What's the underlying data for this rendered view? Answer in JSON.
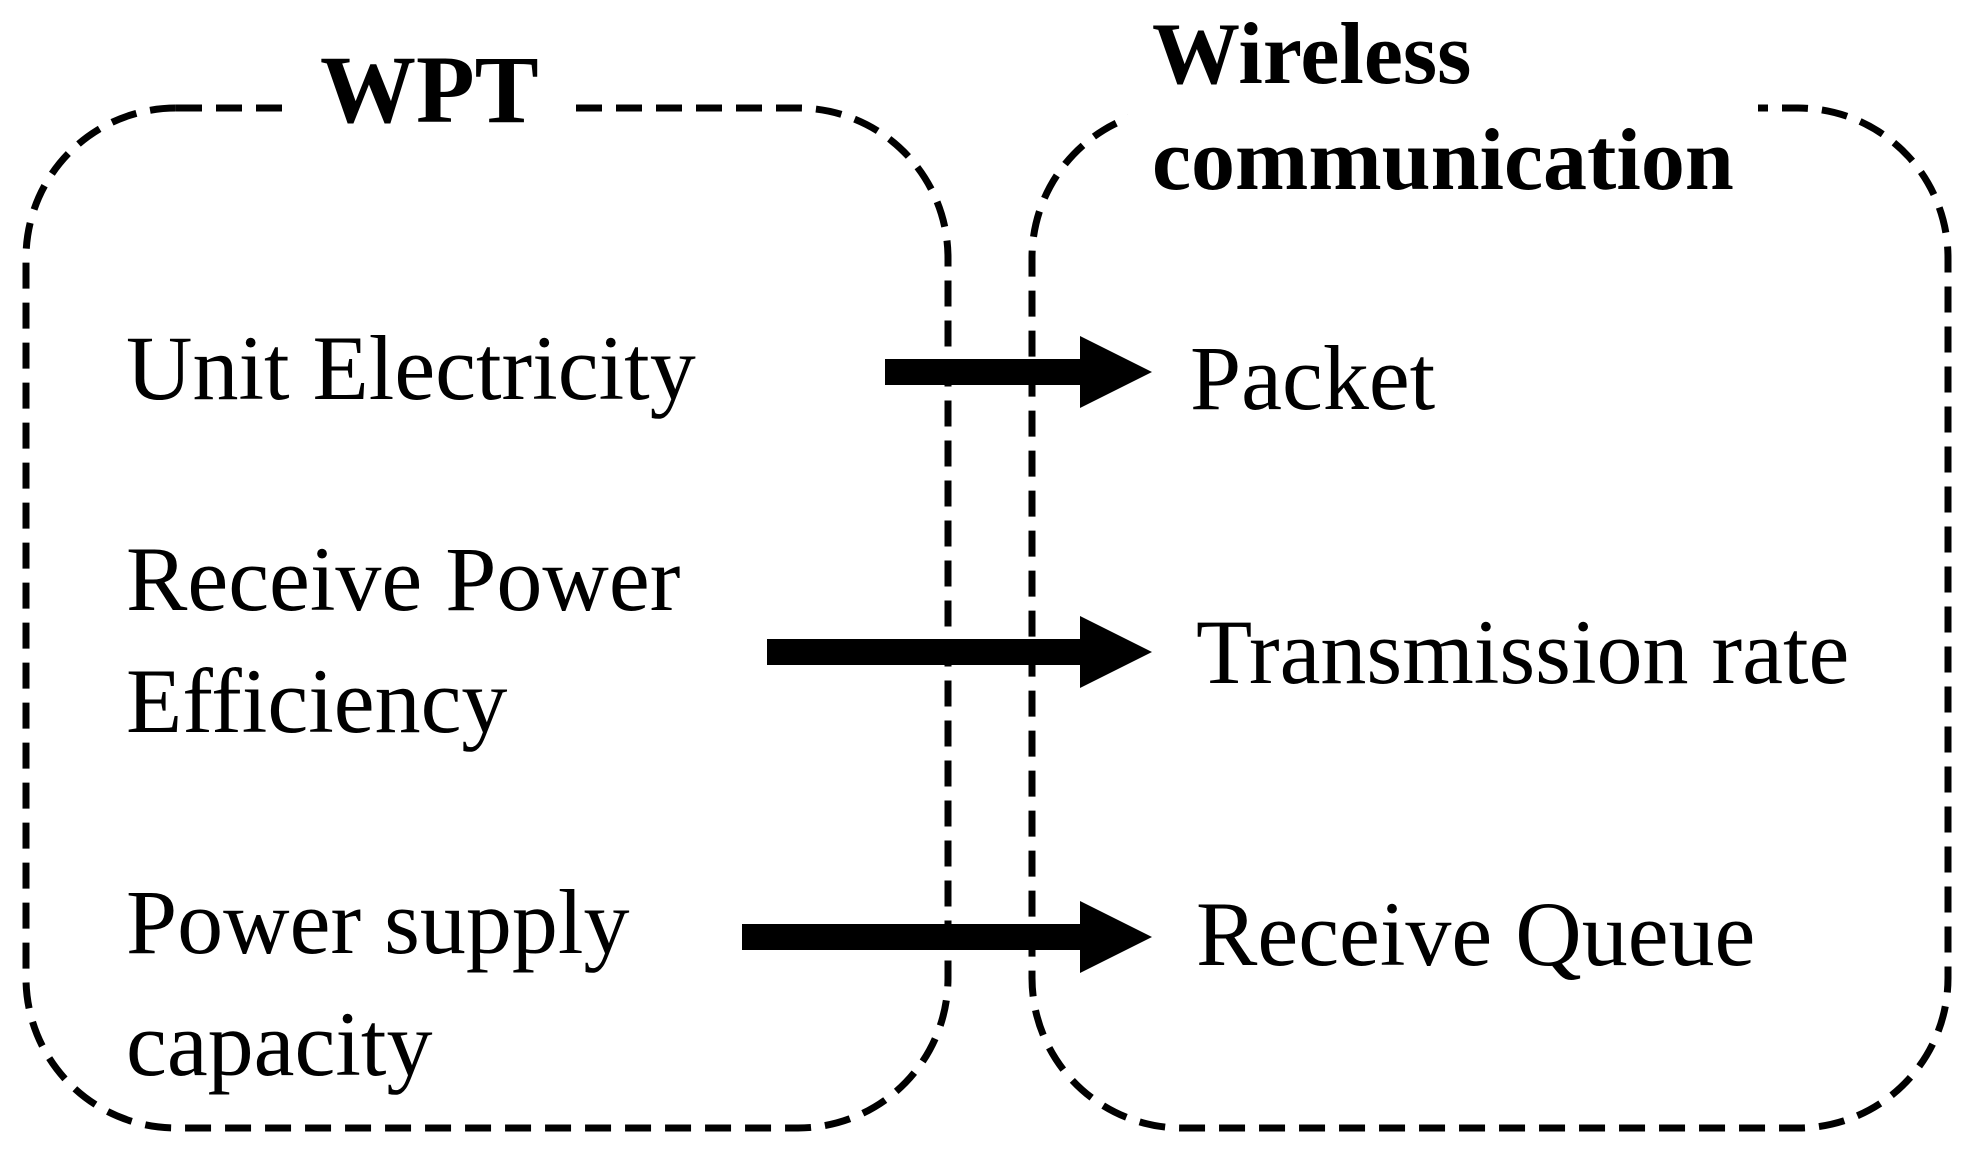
{
  "groups": [
    {
      "title_lines": [
        "WPT"
      ],
      "items": [
        {
          "lines": [
            "Unit Electricity"
          ]
        },
        {
          "lines": [
            "Receive Power",
            "Efficiency"
          ]
        },
        {
          "lines": [
            "Power supply",
            "capacity"
          ]
        }
      ]
    },
    {
      "title_lines": [
        "Wireless",
        "communication"
      ],
      "items": [
        {
          "lines": [
            "Packet"
          ]
        },
        {
          "lines": [
            "Transmission rate"
          ]
        },
        {
          "lines": [
            "Receive Queue"
          ]
        }
      ]
    }
  ],
  "mappings": [
    {
      "from": "Unit Electricity",
      "to": "Packet"
    },
    {
      "from": "Receive Power Efficiency",
      "to": "Transmission rate"
    },
    {
      "from": "Power supply capacity",
      "to": "Receive Queue"
    }
  ],
  "colors": {
    "stroke": "#000000",
    "background": "#ffffff"
  }
}
